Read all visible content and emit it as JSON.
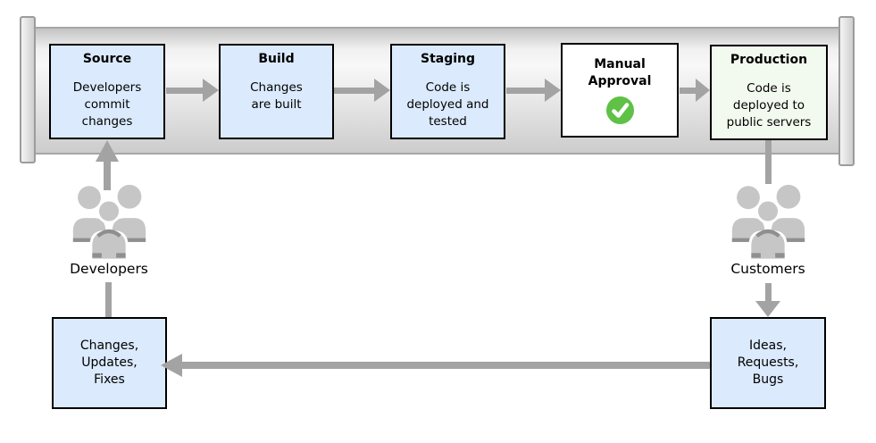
{
  "diagram": {
    "type": "cicd-pipeline-flow",
    "pipeline": {
      "stages": [
        {
          "title": "Source",
          "body": "Developers\ncommit\nchanges",
          "fill": "#dbeafc"
        },
        {
          "title": "Build",
          "body": "Changes\nare built",
          "fill": "#dbeafc"
        },
        {
          "title": "Staging",
          "body": "Code is\ndeployed and\ntested",
          "fill": "#dbeafc"
        },
        {
          "title": "Manual\nApproval",
          "body": "",
          "fill": "#ffffff",
          "icon": "check-circle-icon"
        },
        {
          "title": "Production",
          "body": "Code is\ndeployed to\npublic servers",
          "fill": "#f2f9ee"
        }
      ]
    },
    "actors": [
      {
        "label": "Developers",
        "icon": "people-group-icon"
      },
      {
        "label": "Customers",
        "icon": "people-group-icon"
      }
    ],
    "feedback": [
      {
        "label": "Changes,\nUpdates,\nFixes"
      },
      {
        "label": "Ideas,\nRequests,\nBugs"
      }
    ],
    "colors": {
      "stage_blue": "#dbeafc",
      "approval_white": "#ffffff",
      "production_green": "#f2f9ee",
      "box_border": "#000000",
      "arrow_gray": "#a3a3a3",
      "pipe_gray": "#d9d9d9",
      "check_green": "#5fc146",
      "people_gray": "#c6c6c6"
    }
  }
}
